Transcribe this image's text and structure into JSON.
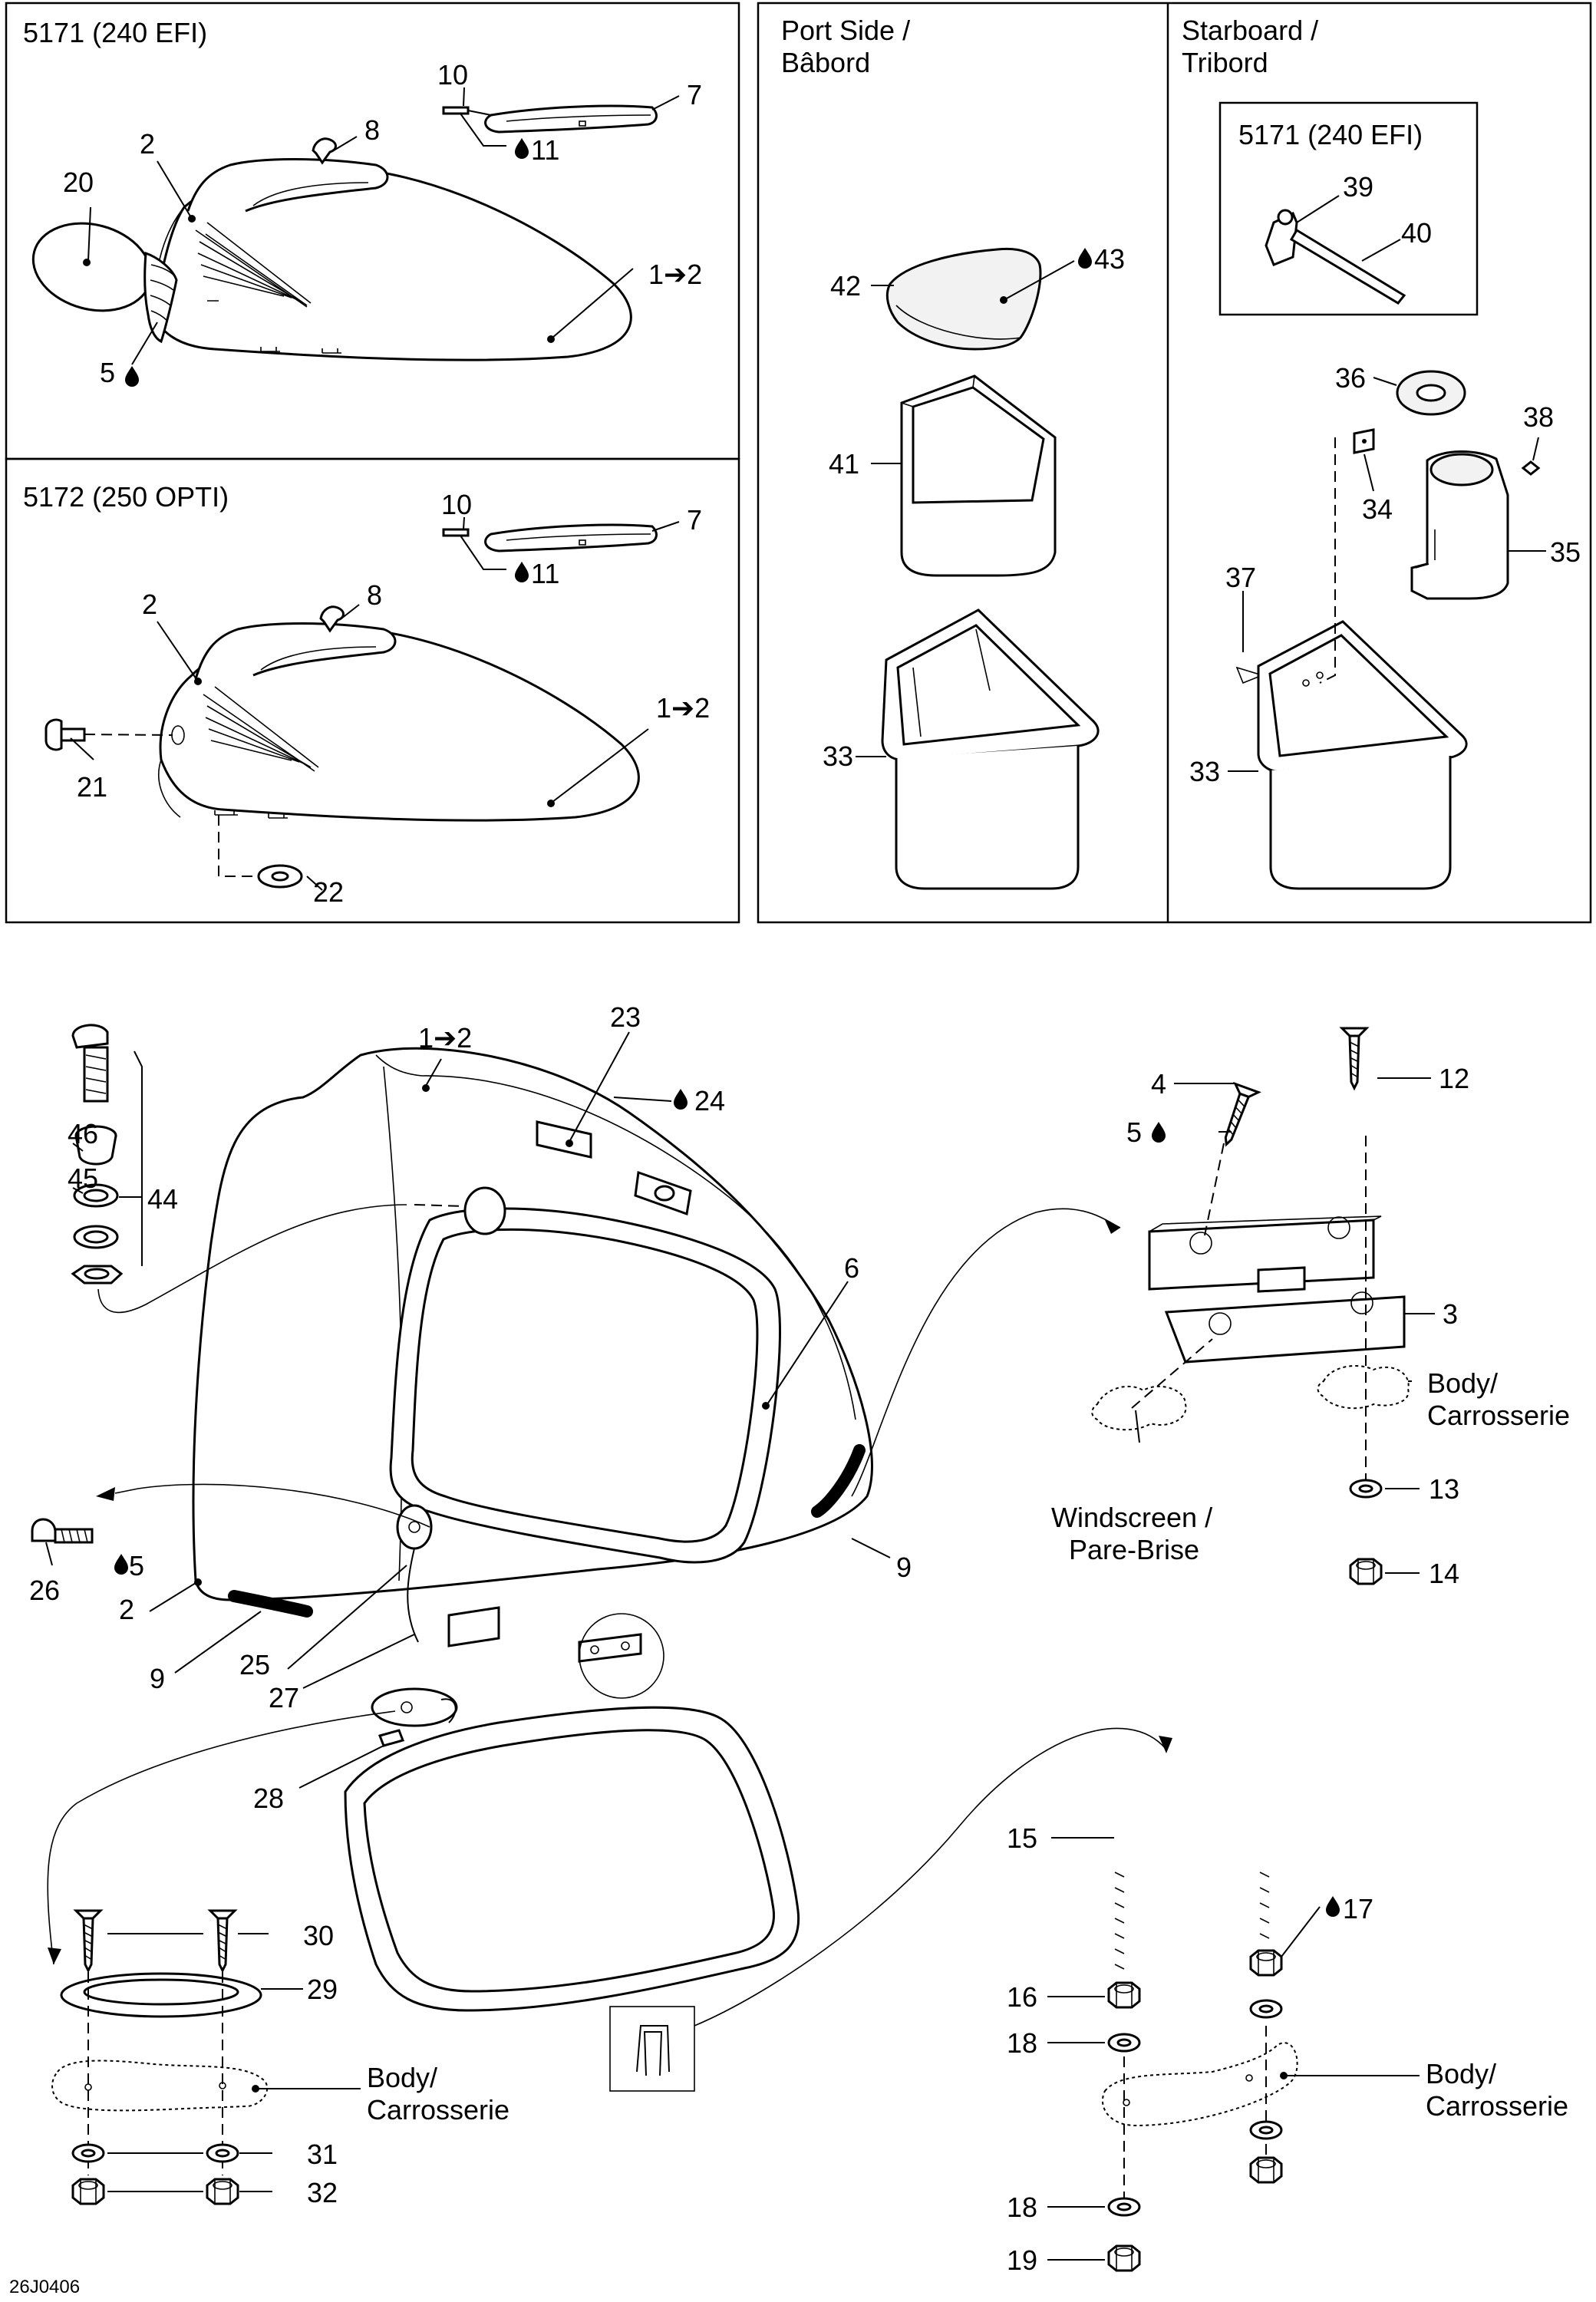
{
  "diagram": {
    "ref_code": "26J0406",
    "panels": {
      "efi": "5171 (240 EFI)",
      "opti": "5172 (250 OPTI)",
      "port_l1": "Port Side /",
      "port_l2": "Bâbord",
      "star_l1": "Starboard /",
      "star_l2": "Tribord",
      "inset": "5171 (240 EFI)"
    },
    "notes": {
      "body1_l1": "Body/",
      "body1_l2": "Carrosserie",
      "body2_l1": "Body/",
      "body2_l2": "Carrosserie",
      "body3_l1": "Body/",
      "body3_l2": "Carrosserie",
      "wind_l1": "Windscreen /",
      "wind_l2": "Pare-Brise"
    },
    "labels": {
      "a_20": "20",
      "a_2": "2",
      "a_8": "8",
      "a_10": "10",
      "a_7": "7",
      "a_11": "11",
      "a_1": "1➔2",
      "a_5": "5",
      "b_2": "2",
      "b_8": "8",
      "b_10": "10",
      "b_7": "7",
      "b_11": "11",
      "b_1": "1➔2",
      "b_21": "21",
      "b_22": "22",
      "c_42": "42",
      "c_43": "43",
      "c_41": "41",
      "c_33": "33",
      "d_39": "39",
      "d_40": "40",
      "d_36": "36",
      "d_38": "38",
      "d_34": "34",
      "d_35": "35",
      "d_37": "37",
      "d_33": "33",
      "m_46": "46",
      "m_45": "45",
      "m_44": "44",
      "m_1": "1➔2",
      "m_23": "23",
      "m_24": "24",
      "m_6": "6",
      "m_26": "26",
      "m_5": "5",
      "m_2": "2",
      "m_9a": "9",
      "m_9b": "9",
      "m_25": "25",
      "m_27": "27",
      "m_28": "28",
      "m_30": "30",
      "m_29": "29",
      "m_31": "31",
      "m_32": "32",
      "h_4": "4",
      "h_5": "5",
      "h_12": "12",
      "h_3": "3",
      "h_13": "13",
      "h_14": "14",
      "u_15": "15",
      "u_17": "17",
      "u_16": "16",
      "u_18a": "18",
      "u_18b": "18",
      "u_19": "19"
    }
  }
}
